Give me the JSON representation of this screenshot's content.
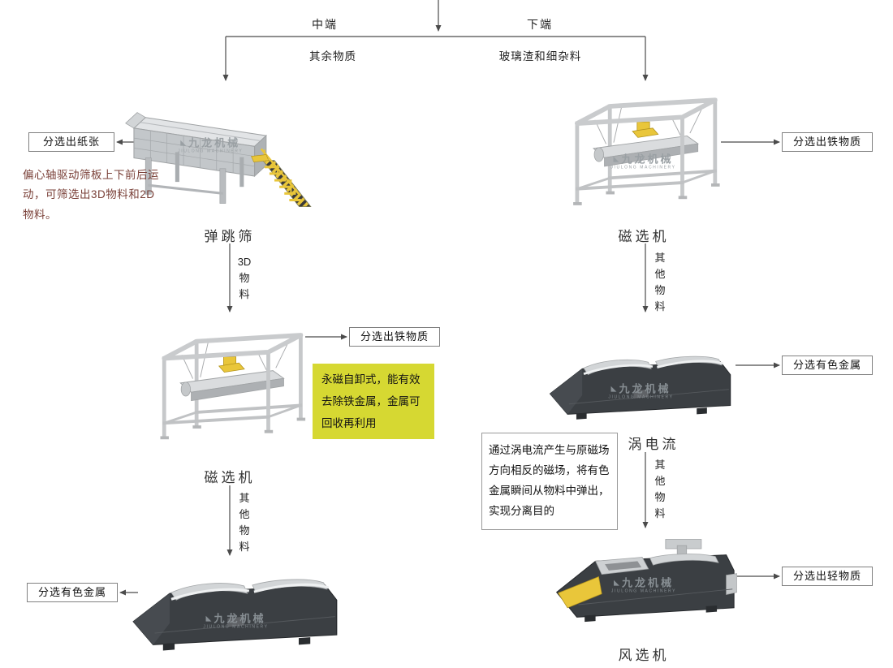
{
  "colors": {
    "line": "#4b4b4b",
    "box_border": "#808080",
    "note_yellow_bg": "#d6d832",
    "description_text": "#7a4038",
    "machine_yellow": "#e9c63a",
    "machine_dark": "#3b3f43",
    "machine_light": "#ccd0d3"
  },
  "top_flow": {
    "mid_branch_label": "中端",
    "down_branch_label": "下端",
    "mid_branch_material": "其余物质",
    "down_branch_material": "玻璃渣和细杂料"
  },
  "left_line": {
    "bounce_screen": {
      "name": "弹跳筛",
      "output_label": "分选出纸张",
      "description": "偏心轴驱动筛板上下前后运动，可筛选出3D物料和2D物料。",
      "down_material": "3D\n物\n料"
    },
    "magnetic_separator": {
      "name": "磁选机",
      "output_label": "分选出铁物质",
      "note": "永磁自卸式，能有效去除铁金属，金属可回收再利用",
      "down_material": "其\n他\n物\n料"
    },
    "eddy_current": {
      "output_label": "分选有色金属"
    }
  },
  "right_line": {
    "magnetic_separator": {
      "name": "磁选机",
      "output_label": "分选出铁物质",
      "down_material": "其\n他\n物\n料"
    },
    "eddy_current": {
      "name": "涡电流",
      "output_label": "分选有色金属",
      "note": "通过涡电流产生与原磁场方向相反的磁场，将有色金属瞬间从物料中弹出，实现分离目的",
      "down_material": "其\n他\n物\n料"
    },
    "air_separator": {
      "name": "风选机",
      "output_label": "分选出轻物质"
    }
  },
  "watermark": {
    "cn": "九龙机械",
    "en": "JIULONG MACHINERY"
  }
}
